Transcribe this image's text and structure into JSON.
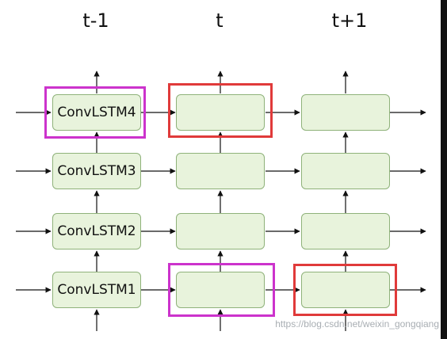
{
  "columns": {
    "left": "t-1",
    "mid": "t",
    "right": "t+1"
  },
  "cells": {
    "r4c1": "ConvLSTM4",
    "r3c1": "ConvLSTM3",
    "r2c1": "ConvLSTM2",
    "r1c1": "ConvLSTM1"
  },
  "highlights": {
    "magenta": "#cc33cc",
    "red": "#e03a3a"
  },
  "watermark": "https://blog.csdn.net/weixin_gongqiang"
}
